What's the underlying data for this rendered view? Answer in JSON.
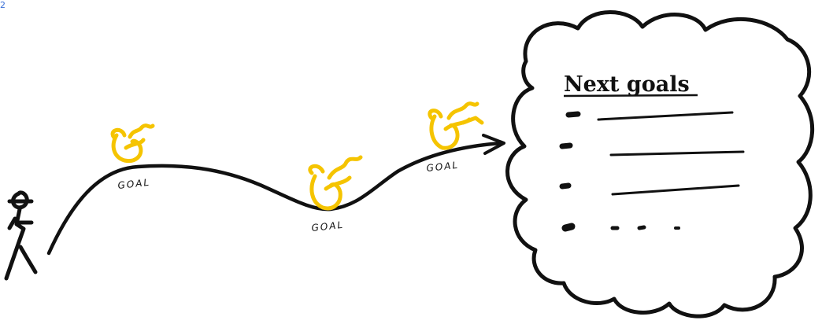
{
  "corner_marker": "2",
  "goals": [
    {
      "label": "GOAL"
    },
    {
      "label": "GOAL"
    },
    {
      "label": "GOAL"
    }
  ],
  "cloud": {
    "title": "Next goals",
    "list_items": 3,
    "ellipsis": ". . ."
  },
  "colors": {
    "ink": "#111111",
    "trophy": "#f5c400",
    "marker": "#3a6fd8"
  },
  "icons": [
    "stick-figure-icon",
    "trophy-icon",
    "arrow-icon",
    "thought-cloud-icon"
  ]
}
